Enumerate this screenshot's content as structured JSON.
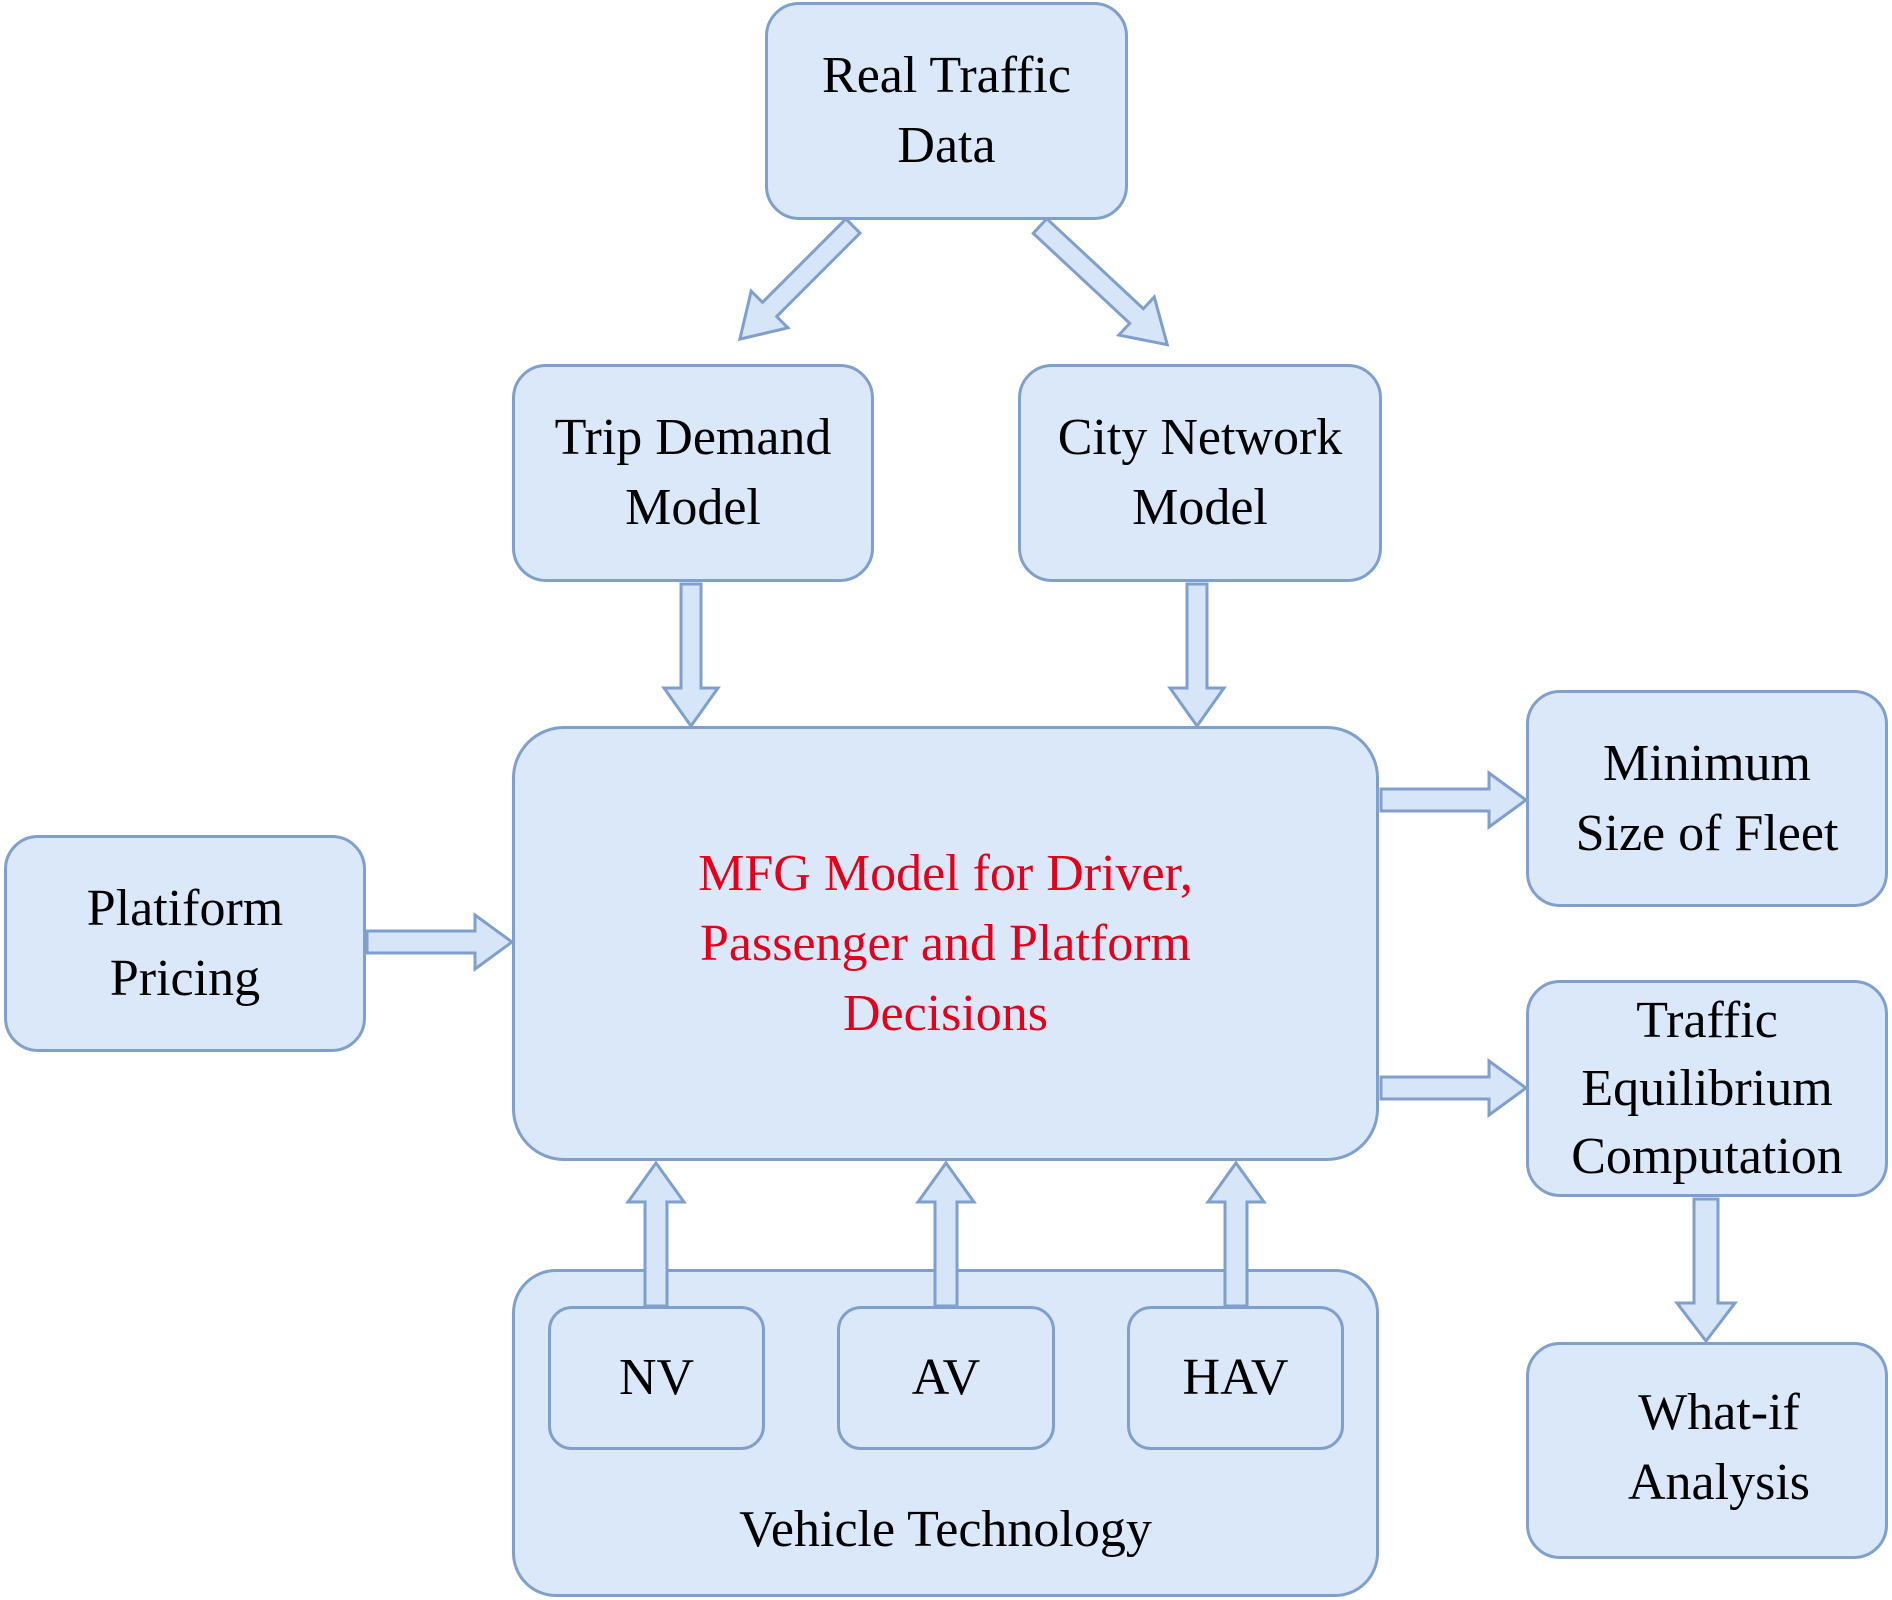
{
  "diagram": {
    "title": "MFG ride-hailing framework flowchart",
    "colors": {
      "box_fill": "#dae8fa",
      "box_border": "#7fa0cc",
      "main_text": "#e3001b",
      "text": "#000000"
    },
    "nodes": {
      "real_traffic_data": {
        "lines": [
          "Real Traffic",
          "Data"
        ]
      },
      "trip_demand_model": {
        "lines": [
          "Trip Demand",
          "Model"
        ]
      },
      "city_network_model": {
        "lines": [
          "City Network",
          "Model"
        ]
      },
      "mfg_model": {
        "lines": [
          "MFG Model for Driver,",
          "Passenger and Platform",
          "Decisions"
        ]
      },
      "platform_pricing": {
        "lines": [
          "Platiform",
          "Pricing"
        ]
      },
      "minimum_fleet": {
        "lines": [
          "Minimum",
          "Size of Fleet"
        ]
      },
      "traffic_equilibrium": {
        "lines": [
          "Traffic",
          "Equilibrium",
          "Computation"
        ]
      },
      "what_if": {
        "lines": [
          "What-if",
          "Analysis"
        ]
      },
      "vehicle_technology": {
        "label": "Vehicle Technology",
        "items": [
          "NV",
          "AV",
          "HAV"
        ]
      }
    },
    "edges": [
      {
        "from": "Real Traffic Data",
        "to": "Trip Demand Model"
      },
      {
        "from": "Real Traffic Data",
        "to": "City Network Model"
      },
      {
        "from": "Trip Demand Model",
        "to": "MFG Model"
      },
      {
        "from": "City Network Model",
        "to": "MFG Model"
      },
      {
        "from": "Platform Pricing",
        "to": "MFG Model"
      },
      {
        "from": "NV",
        "to": "MFG Model"
      },
      {
        "from": "AV",
        "to": "MFG Model"
      },
      {
        "from": "HAV",
        "to": "MFG Model"
      },
      {
        "from": "MFG Model",
        "to": "Minimum Size of Fleet"
      },
      {
        "from": "MFG Model",
        "to": "Traffic Equilibrium Computation"
      },
      {
        "from": "Traffic Equilibrium Computation",
        "to": "What-if Analysis"
      }
    ]
  }
}
